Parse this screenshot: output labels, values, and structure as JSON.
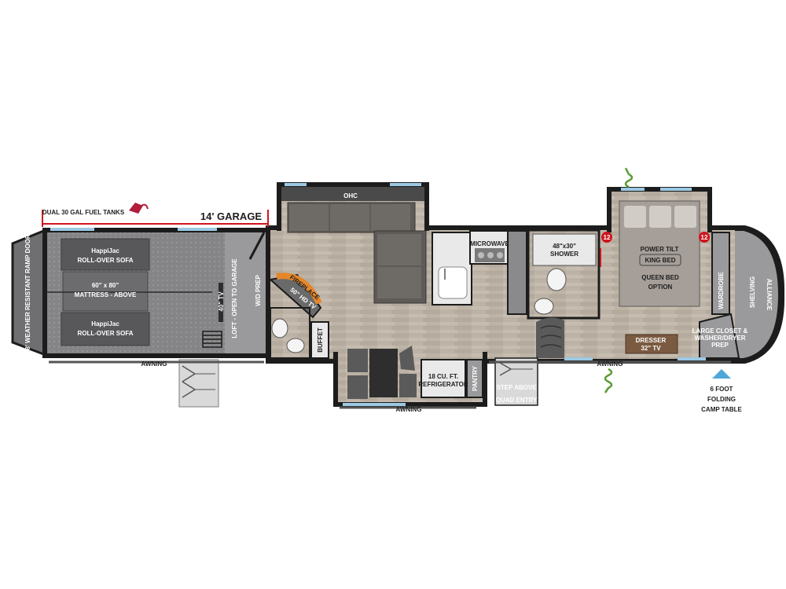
{
  "labels": {
    "fuel_tanks": "DUAL 30 GAL FUEL TANKS",
    "garage": "14' GARAGE",
    "ramp_door": "8' WEATHER RESISTANT RAMP DOOR",
    "sofa_top": [
      "HappiJac",
      "ROLL-OVER SOFA"
    ],
    "mattress": [
      "60\" x 80\"",
      "MATTRESS - ABOVE"
    ],
    "sofa_bottom": [
      "HappiJac",
      "ROLL-OVER SOFA"
    ],
    "tv40": "40\" TV",
    "loft": "LOFT - OPEN TO GARAGE",
    "wd_prep": "W/D PREP",
    "ohc": "OHC",
    "fireplace": "FIREPLACE",
    "tv50": "50\" HD TV",
    "buffet": "BUFFET",
    "microwave": "MICROWAVE",
    "refrigerator": [
      "18 CU. FT.",
      "REFRIGERATOR"
    ],
    "pantry": "PANTRY",
    "shower": [
      "48\"x30\"",
      "SHOWER"
    ],
    "step_above": "STEP ABOVE",
    "quad_entry": "QUAD ENTRY",
    "bed": [
      "POWER TILT",
      "KING BED",
      "QUEEN BED",
      "OPTION"
    ],
    "wardrobe": "WARDROBE",
    "shelving": "SHELVING",
    "dresser": [
      "DRESSER",
      "32\" TV"
    ],
    "closet": [
      "LARGE CLOSET &",
      "WASHER/DRYER",
      "PREP"
    ],
    "awning": "AWNING",
    "camp_table": [
      "6 FOOT",
      "FOLDING",
      "CAMP TABLE"
    ],
    "brand": "ALLIANCE",
    "usb_badge": "12"
  },
  "colors": {
    "wall": "#1c1c1c",
    "garage_floor": "#8d8d8f",
    "floor_wood": "#bdb3a6",
    "furniture_dark": "#555555",
    "sofa": "#6e6a66",
    "window": "#9cc9e3",
    "accent_red": "#d0141e",
    "fuel_icon": "#b21d3c",
    "fireplace": "#e5862a",
    "hose_green": "#5a9a32",
    "camp_arrow": "#4fa6d8"
  }
}
